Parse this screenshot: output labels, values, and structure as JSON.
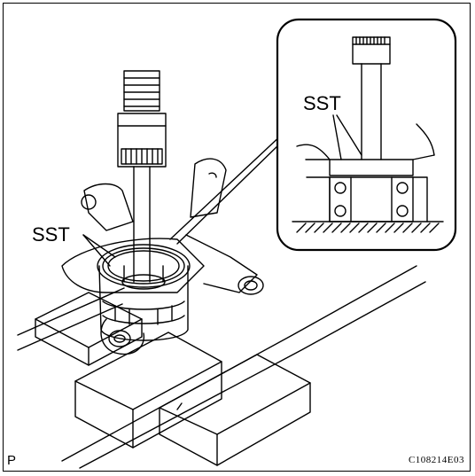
{
  "labels": {
    "sst_main": "SST",
    "sst_inset": "SST",
    "corner_letter": "P",
    "figure_code": "C108214E03"
  },
  "colors": {
    "line": "#000000",
    "background": "#ffffff"
  }
}
